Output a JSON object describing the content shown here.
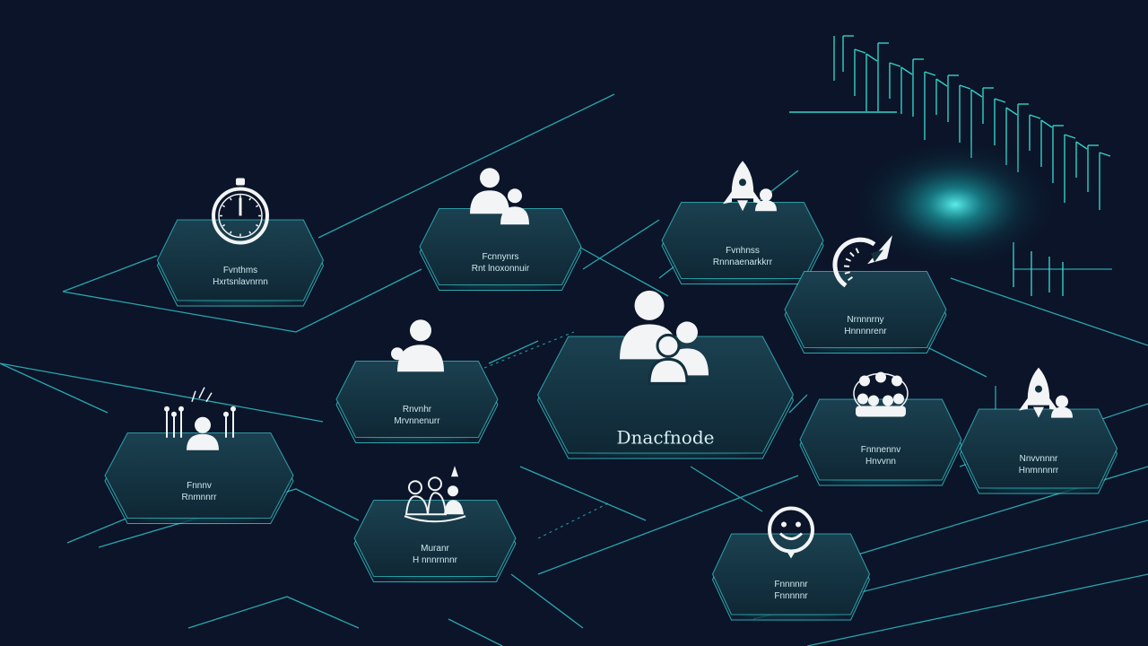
{
  "colors": {
    "background": "#0b1428",
    "line": "#2fd3d9",
    "tile_fill": "#13303d",
    "tile_edge": "#3fe3e8",
    "icon": "#f2f4f6",
    "glow": "#1fe0e0"
  },
  "nodes": [
    {
      "id": "stopwatch",
      "icon": "stopwatch-icon",
      "label_1": "Fvnthms",
      "label_2": "Hxrtsnlavnrnn"
    },
    {
      "id": "users-top",
      "icon": "users-icon",
      "label_1": "Fcnnynrs",
      "label_2": "Rnt lnoxonnuir"
    },
    {
      "id": "rocket-top",
      "icon": "rocket-icon",
      "label_1": "Fvnhnss",
      "label_2": "Rnnnaenarkkrr"
    },
    {
      "id": "speed-rocket",
      "icon": "speed-rocket-icon",
      "label_1": "Nrnnnrny",
      "label_2": "Hnnnnrenr"
    },
    {
      "id": "user-mid",
      "icon": "user-icon",
      "label_1": "Rnvnhr",
      "label_2": "Mrvnnenurr"
    },
    {
      "id": "center",
      "icon": "team-icon",
      "label_1": "Dnacfnode"
    },
    {
      "id": "plant-person",
      "icon": "growth-person-icon",
      "label_1": "Fnnnv",
      "label_2": "Rnmnnrr"
    },
    {
      "id": "group-table",
      "icon": "group-icon",
      "label_1": "Fnnnennv",
      "label_2": "Hnvvnn"
    },
    {
      "id": "rocket-right",
      "icon": "rocket-icon",
      "label_1": "Nnvvnnnr",
      "label_2": "Hnmnnnrr"
    },
    {
      "id": "team-hands",
      "icon": "team-hands-icon",
      "label_1": "Muranr",
      "label_2": "H nnnrnnnr"
    },
    {
      "id": "smile",
      "icon": "smile-icon",
      "label_1": "Fnnnnnr",
      "label_2": "Fnnnnnr"
    }
  ]
}
